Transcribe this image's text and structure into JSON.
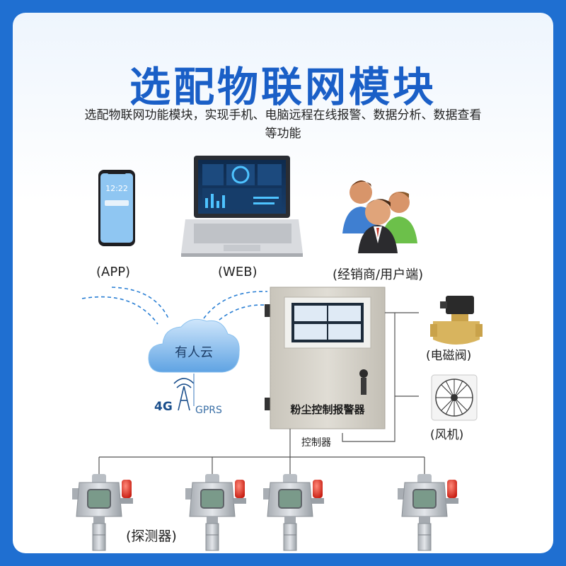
{
  "header": {
    "title": "选配物联网模块",
    "subtitle": "选配物联网功能模块，实现手机、电脑远程在线报警、数据分析、数据查看等功能"
  },
  "endpoints": {
    "app_label": "(APP)",
    "phone_time": "12:22",
    "web_label": "(WEB)",
    "user_label": "(经销商/用户端)"
  },
  "cloud": {
    "label": "有人云",
    "net_4g": "4G",
    "net_gprs": "GPRS"
  },
  "controller": {
    "panel_text": "粉尘控制报警器",
    "label": "控制器"
  },
  "outputs": {
    "valve_label": "(电磁阀)",
    "fan_label": "(风机)"
  },
  "detectors": {
    "label": "(探测器)",
    "count": 4
  },
  "colors": {
    "title": "#1a5fc7",
    "border": "#1f6fd1",
    "dashed_link": "#2a7fd4",
    "cloud": "#6fb0ea",
    "cabinet": "#d6d2c8"
  }
}
